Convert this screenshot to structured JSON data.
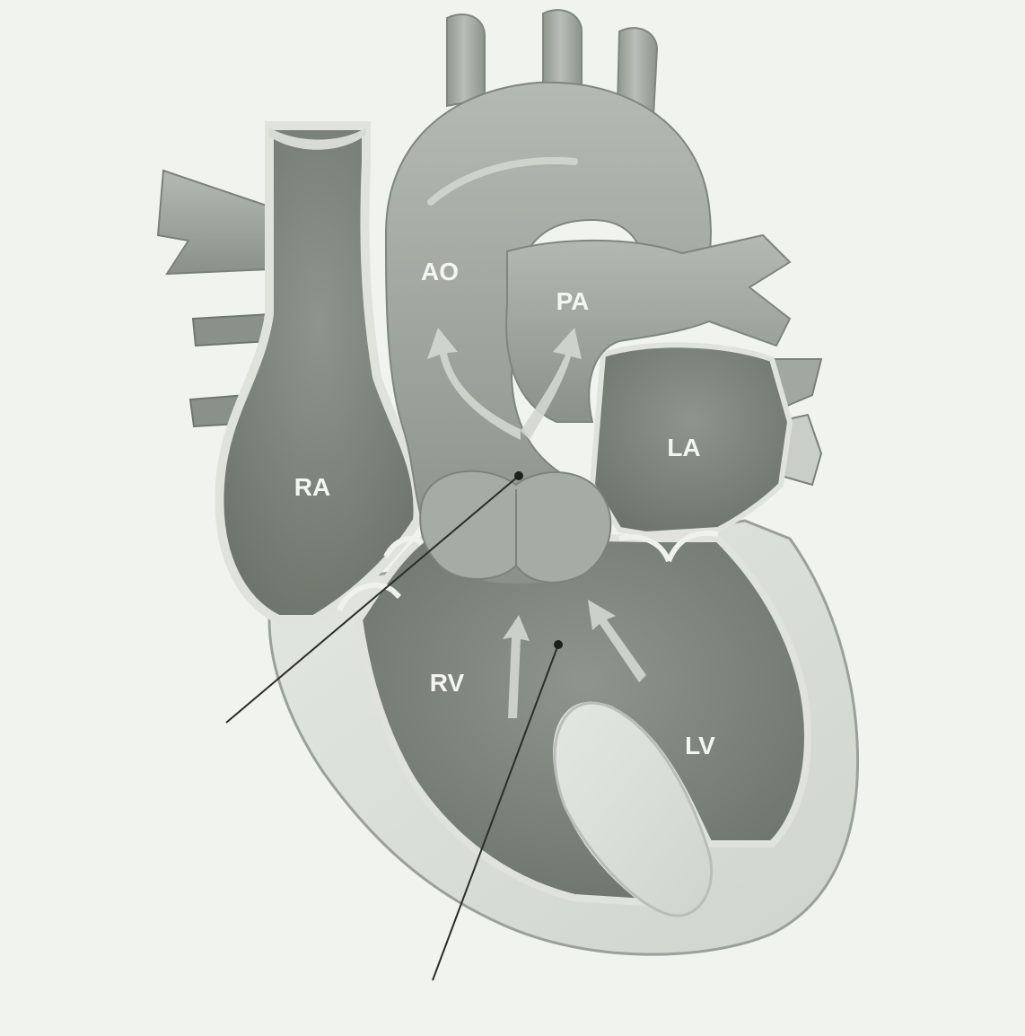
{
  "diagram": {
    "labels": {
      "ao": "AO",
      "pa": "PA",
      "la": "LA",
      "ra": "RA",
      "rv": "RV",
      "lv": "LV"
    },
    "colors": {
      "background": "#f1f3ef",
      "wall": "#dfe4dd",
      "wall_edge": "#8c948b",
      "chamber": "#7e867d",
      "chamber_dark": "#6f776e",
      "vessel": "#a3aaa2",
      "vessel_light": "#c4cac3",
      "label": "#f4f6f2",
      "flow_arrow": "#d5dad2",
      "leader": "#2d2f2c"
    }
  }
}
